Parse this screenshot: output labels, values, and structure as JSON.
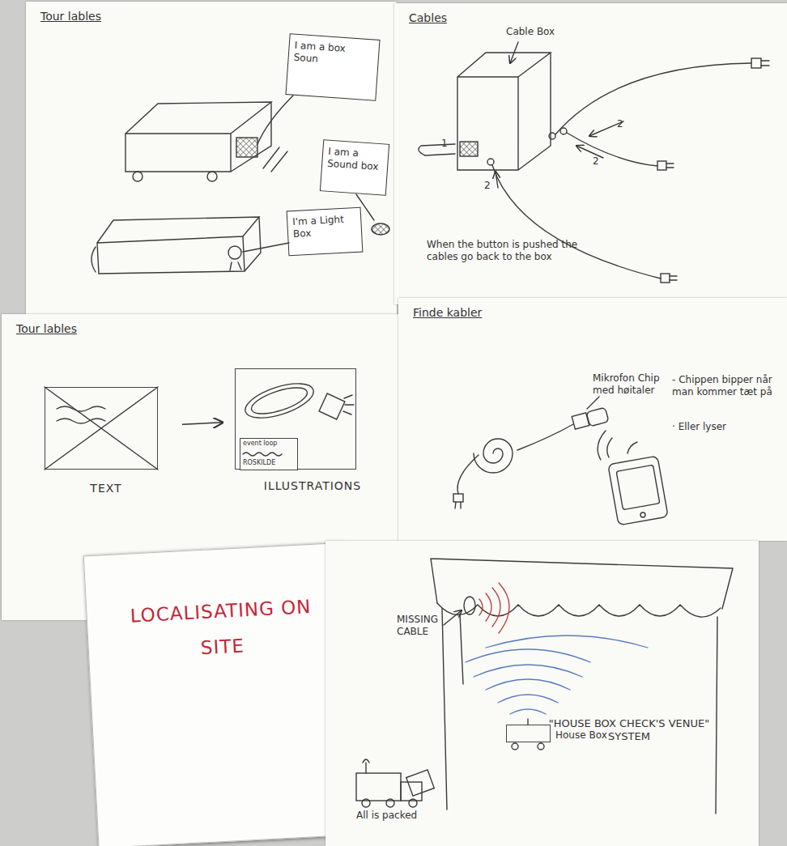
{
  "diagram": {
    "nodes": [
      {
        "text": [
          "Tour lables"
        ]
      },
      {
        "text": [
          "I am a box",
          "Soun"
        ],
        "in": 0
      },
      {
        "text": [
          "I am a Sound box"
        ],
        "in": 0
      },
      {
        "text": [
          "I'm a Light Box"
        ],
        "in": 0
      },
      {
        "text": [
          "Cables"
        ]
      },
      {
        "text": [
          "Tour lables"
        ]
      },
      {
        "text": [
          "TEXT"
        ],
        "in": 5
      },
      {
        "text": [
          "ILLUSTRATIONS"
        ],
        "in": 5
      },
      {
        "text": [
          "event loop",
          "ROSKILDE"
        ],
        "in": 7
      },
      {
        "text": [
          "Finde kabler"
        ]
      },
      {
        "text": [
          "LOCALISATING ON SITE"
        ]
      },
      {
        "text": [
          "\"HOUSE BOX CHECK'S VENUE\" SYSTEM"
        ]
      },
      {
        "text": [
          "House Box"
        ],
        "in": 11
      }
    ],
    "edges": [
      {
        "from": 6,
        "to": 7,
        "arrow": "to"
      }
    ],
    "labels": [
      "Cable Box",
      "1",
      "2",
      "2",
      "2",
      "When the button is pushed the cables go back to the box",
      "Mikrofon Chip med høitaler",
      "- Chippen bipper når man kommer tæt på",
      "· Eller lyser",
      "MISSING CABLE",
      "All is packed"
    ]
  }
}
